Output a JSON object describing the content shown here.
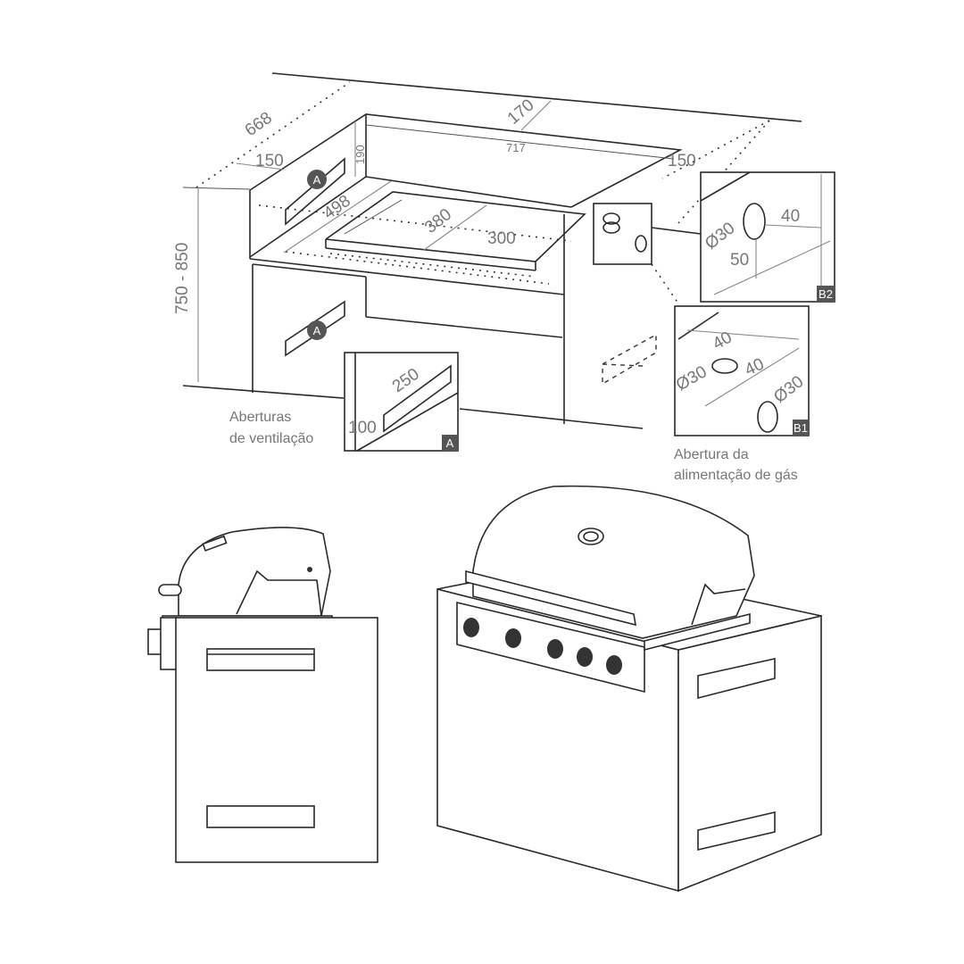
{
  "dimensions": {
    "depth_total": "668",
    "top_back_offset": "170",
    "cutout_width": "717",
    "left_edge_offset": "150",
    "right_edge_offset": "150",
    "cutout_height": "190",
    "cutout_depth": "498",
    "tray_depth": "380",
    "tray_width": "300",
    "counter_height": "750 - 850"
  },
  "markers": {
    "vent": "A",
    "gas_b1": "B1",
    "gas_b2": "B2"
  },
  "inset_a": {
    "width": "250",
    "height": "100",
    "tag": "A"
  },
  "inset_b2": {
    "diameter": "Ø30",
    "side": "40",
    "height": "50",
    "tag": "B2"
  },
  "inset_b1": {
    "back": "40",
    "diameter_top": "Ø30",
    "side": "40",
    "diameter_front": "Ø30",
    "tag": "B1"
  },
  "captions": {
    "vent_line1": "Aberturas",
    "vent_line2": "de ventilação",
    "gas_line1": "Abertura da",
    "gas_line2": "alimentação de gás"
  }
}
